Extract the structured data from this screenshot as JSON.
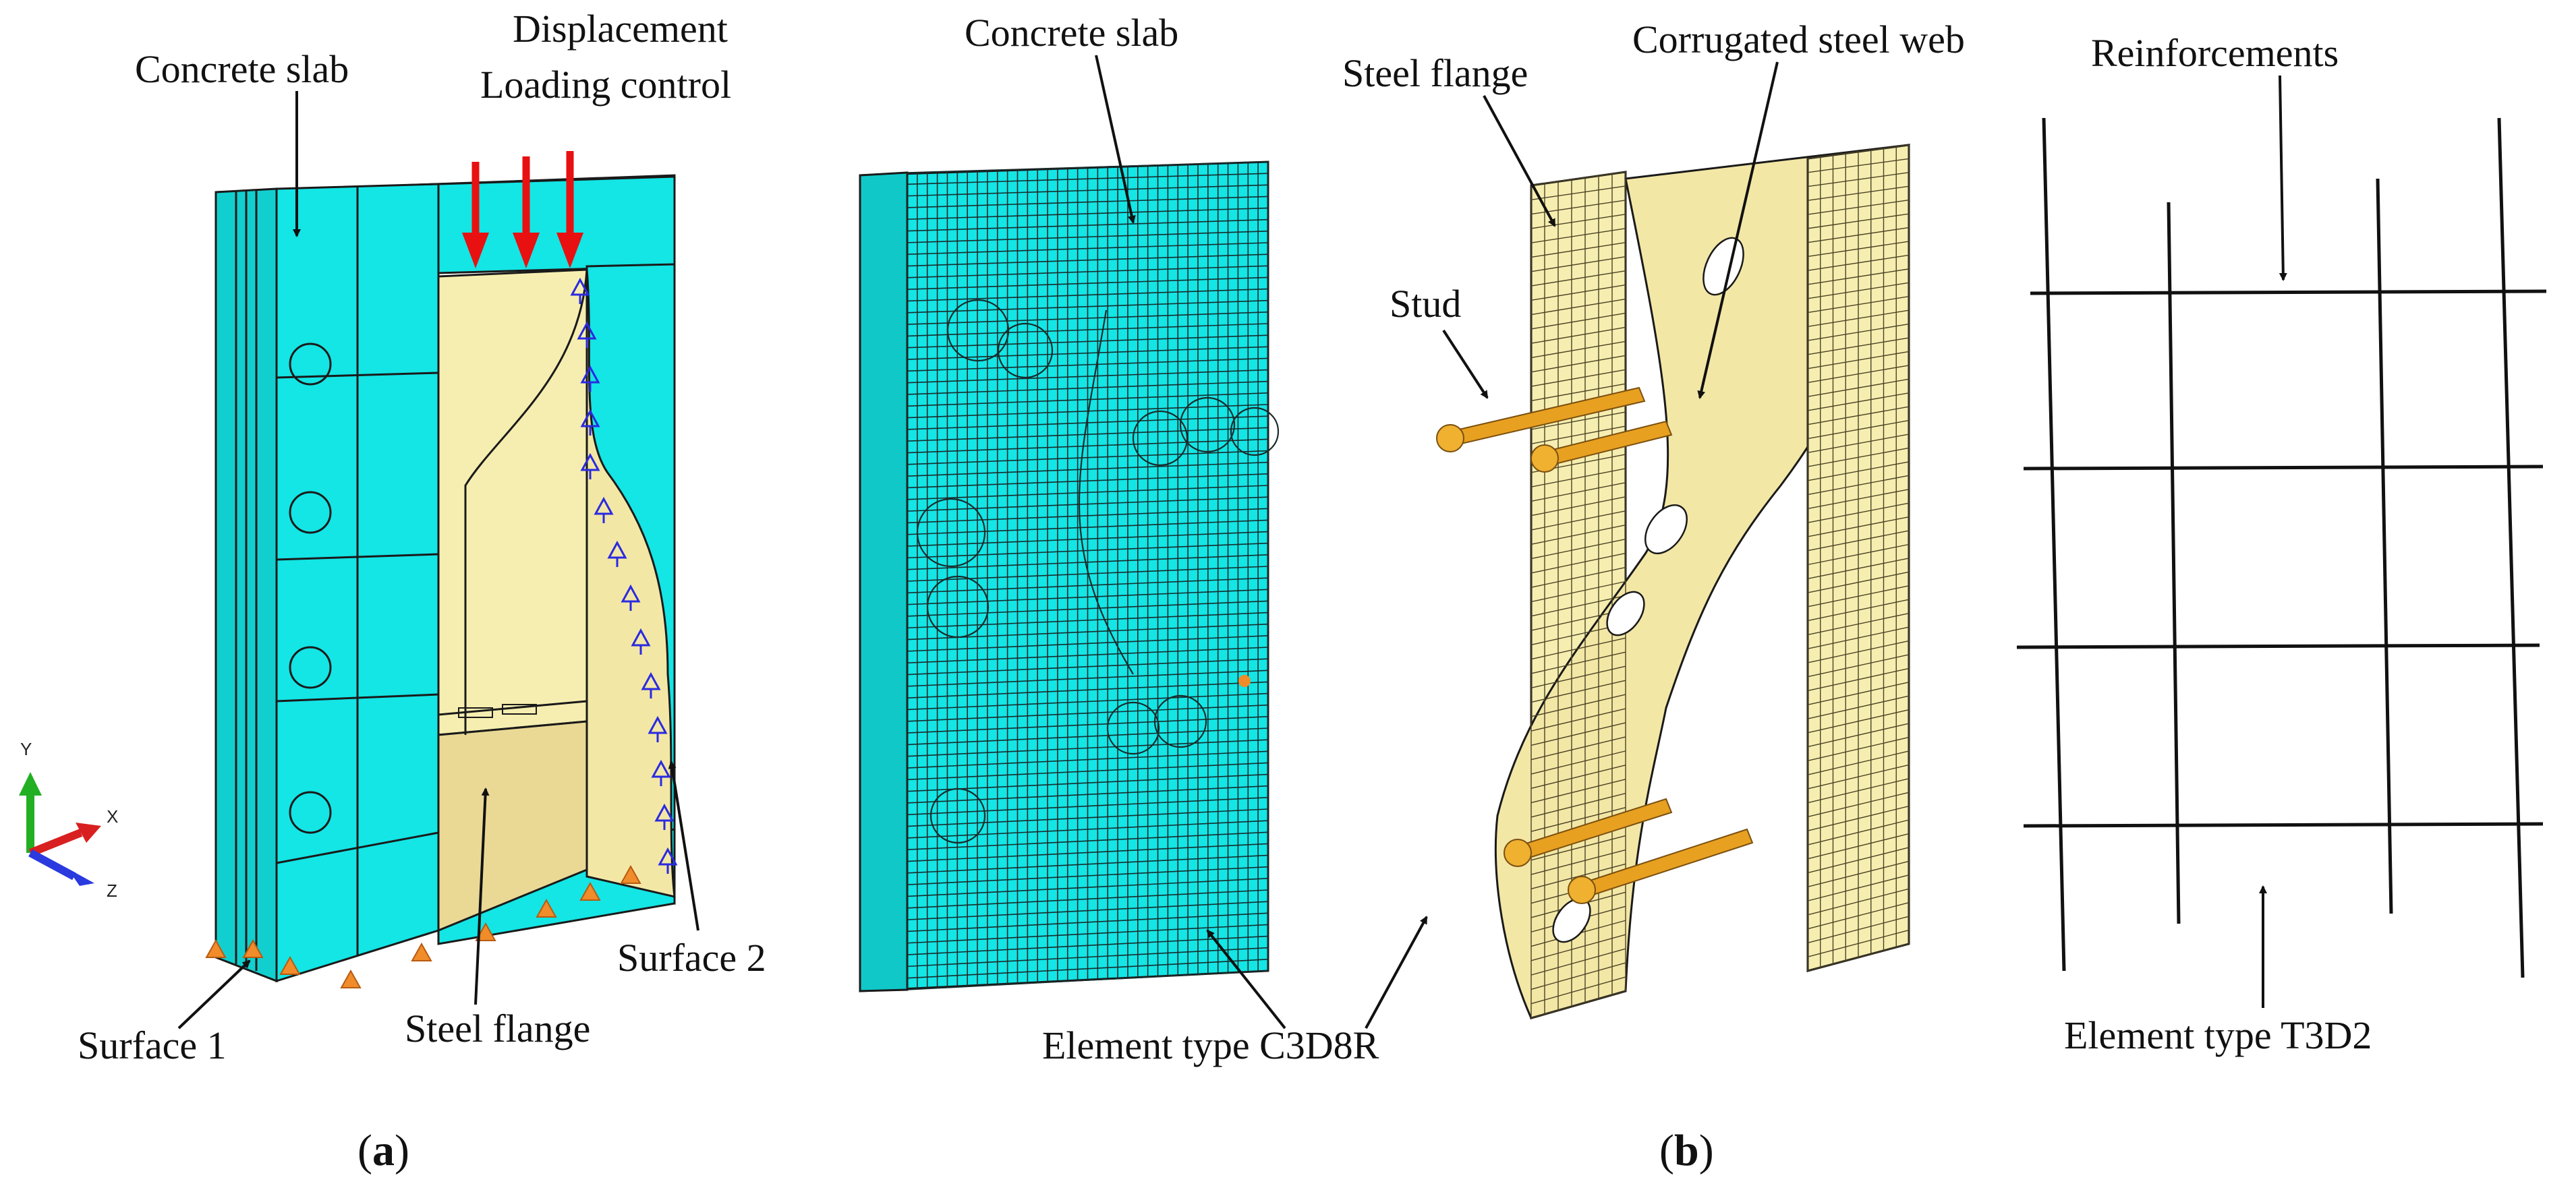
{
  "labels": {
    "a_concrete_slab": "Concrete slab",
    "displacement": "Displacement",
    "loading_control": "Loading control",
    "surface1": "Surface 1",
    "steel_flange_a": "Steel flange",
    "surface2": "Surface 2",
    "b_concrete_slab": "Concrete slab",
    "element_c3d8r": "Element type C3D8R",
    "steel_flange_b": "Steel flange",
    "corrugated_web": "Corrugated steel web",
    "stud": "Stud",
    "reinforcements": "Reinforcements",
    "element_t3d2": "Element type T3D2"
  },
  "axis": {
    "y": "Y",
    "x": "X",
    "z": "Z"
  },
  "captions": {
    "a": {
      "open": "(",
      "letter": "a",
      "close": ")"
    },
    "b": {
      "open": "(",
      "letter": "b",
      "close": ")"
    }
  },
  "colors": {
    "concrete": "#14e5e5",
    "concrete_dark": "#0fb8b8",
    "steel": "#f6eeb0",
    "steel_dark": "#ddd08a",
    "load_arrow": "#e81010",
    "boundary": "#2a2ae0",
    "support": "#f08c2a",
    "stud": "#e8a020"
  },
  "icons": [
    "axis-triad-icon",
    "load-arrow-icon",
    "support-cone-icon",
    "boundary-symbol-icon"
  ]
}
